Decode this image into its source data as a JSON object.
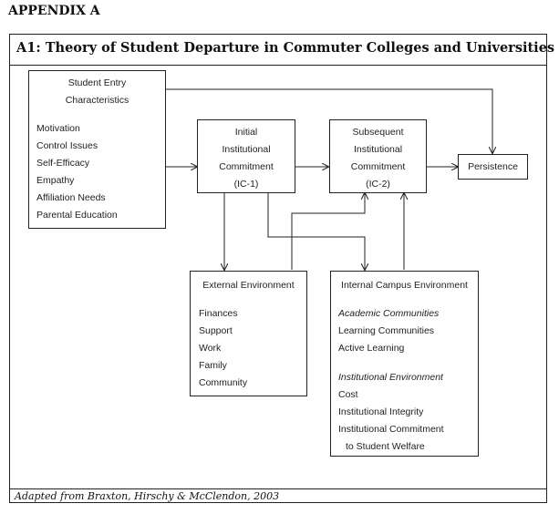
{
  "appendix": "APPENDIX A",
  "figure_title": "A1: Theory of Student Departure in Commuter Colleges and Universities",
  "caption": "Adapted from Braxton, Hirschy & McClendon, 2003",
  "nodes": {
    "entry": {
      "title_lines": [
        "Student Entry",
        "Characteristics"
      ],
      "items": [
        "Motivation",
        "Control Issues",
        "Self-Efficacy",
        "Empathy",
        "Affiliation Needs",
        "Parental Education"
      ]
    },
    "ic1": {
      "lines": [
        "Initial",
        "Institutional",
        "Commitment",
        "(IC-1)"
      ]
    },
    "ic2": {
      "lines": [
        "Subsequent",
        "Institutional",
        "Commitment",
        "(IC-2)"
      ]
    },
    "persistence": {
      "label": "Persistence"
    },
    "external": {
      "title": "External Environment",
      "items": [
        "Finances",
        "Support",
        "Work",
        "Family",
        "Community"
      ]
    },
    "internal": {
      "title": "Internal Campus Environment",
      "group1_heading": "Academic Communities",
      "group1_items": [
        "Learning Communities",
        "Active Learning"
      ],
      "group2_heading": "Institutional Environment",
      "group2_items": [
        "Cost",
        "Institutional Integrity",
        "Institutional Commitment",
        "to Student Welfare"
      ]
    }
  }
}
